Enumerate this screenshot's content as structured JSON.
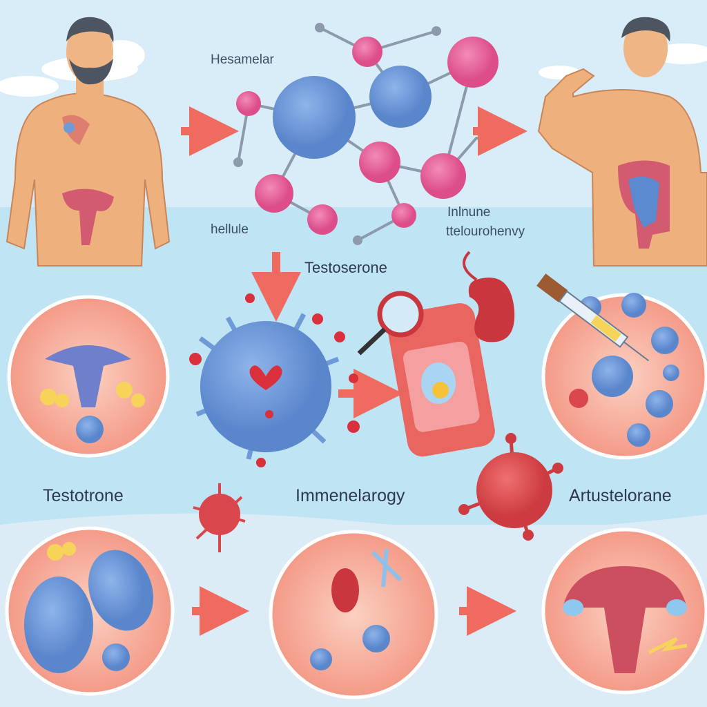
{
  "labels": {
    "top_molecule": "Hesamelar",
    "left_small": "hellule",
    "right_line1": "Inlnune",
    "right_line2": "ttelourohenvy",
    "center": "Testoserone",
    "bottom_left": "Testotrone",
    "bottom_middle": "Immenelarogy",
    "bottom_right": "Artustelorane"
  },
  "colors": {
    "sky": "#d9edf9",
    "water": "#bfe4f4",
    "skin": "#eeb07c",
    "blue_cell": "#6f9ad8",
    "pink_sphere": "#e8609a",
    "red": "#e0454a",
    "circle_fill": "#f7b3a0",
    "arrow": "#ef6a5f"
  }
}
